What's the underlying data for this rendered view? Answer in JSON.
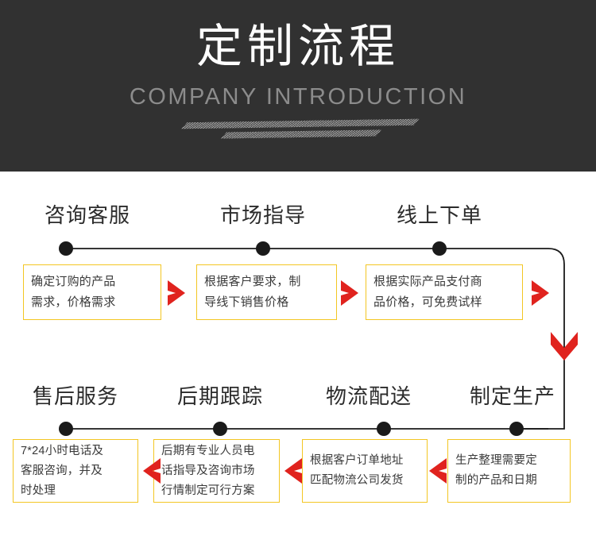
{
  "header": {
    "title": "定制流程",
    "subtitle": "COMPANY INTRODUCTION",
    "background_color": "#313131",
    "title_color": "#ffffff",
    "subtitle_color": "#8c8c8c"
  },
  "colors": {
    "box_border": "#f3c623",
    "arrow_red": "#e0231e",
    "line_black": "#1a1a1a",
    "text_dark": "#2b2b2b"
  },
  "flow": {
    "top_row": {
      "direction": "left-to-right",
      "stages": [
        {
          "label": "咨询客服",
          "text": "确定订购的产品\n需求，价格需求"
        },
        {
          "label": "市场指导",
          "text": "根据客户要求，制\n导线下销售价格"
        },
        {
          "label": "线上下单",
          "text": "根据实际产品支付商\n品价格，可免费试样"
        }
      ]
    },
    "bottom_row": {
      "direction": "right-to-left",
      "stages": [
        {
          "label": "售后服务",
          "text": "7*24小时电话及\n客服咨询，并及\n时处理"
        },
        {
          "label": "后期跟踪",
          "text": "后期有专业人员电\n话指导及咨询市场\n行情制定可行方案"
        },
        {
          "label": "物流配送",
          "text": "根据客户订单地址\n匹配物流公司发货"
        },
        {
          "label": "制定生产",
          "text": "生产整理需要定\n制的产品和日期"
        }
      ]
    }
  }
}
